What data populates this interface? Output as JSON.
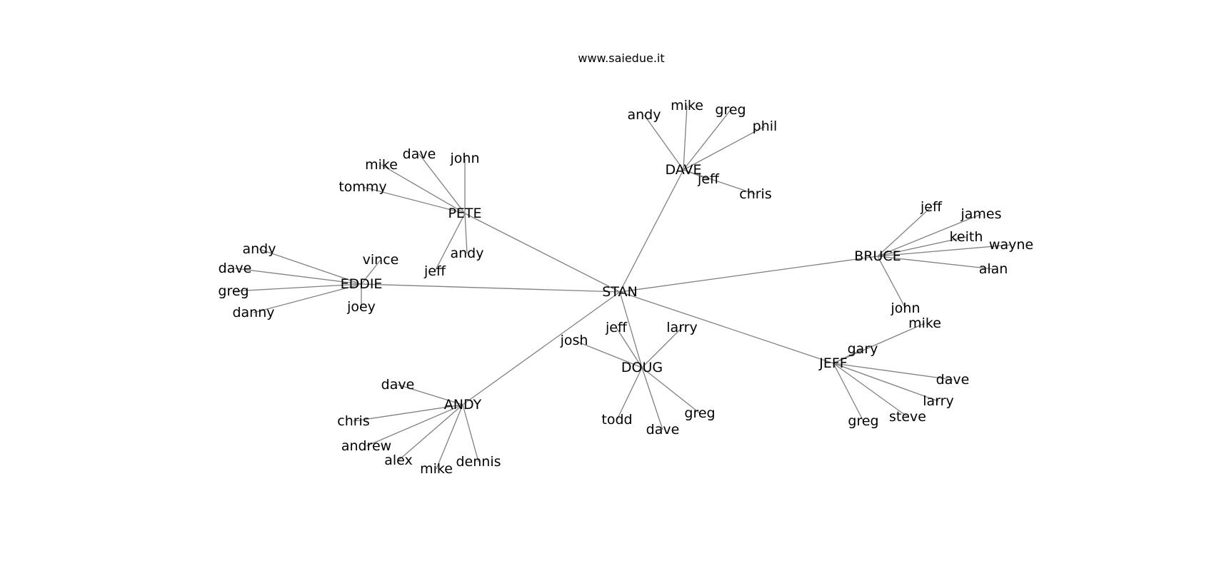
{
  "caption": "www.saiedue.it",
  "edge_color": "#808080",
  "text_color": "#000000",
  "nodes": [
    {
      "id": "stan",
      "label": "STAN"
    },
    {
      "id": "pete",
      "label": "PETE"
    },
    {
      "id": "dave_hub",
      "label": "DAVE"
    },
    {
      "id": "bruce",
      "label": "BRUCE"
    },
    {
      "id": "eddie",
      "label": "EDDIE"
    },
    {
      "id": "andy_hub",
      "label": "ANDY"
    },
    {
      "id": "doug",
      "label": "DOUG"
    },
    {
      "id": "jeff_hub",
      "label": "JEFF"
    },
    {
      "id": "pete_john",
      "label": "john"
    },
    {
      "id": "pete_dave",
      "label": "dave"
    },
    {
      "id": "pete_mike",
      "label": "mike"
    },
    {
      "id": "pete_tommy",
      "label": "tommy"
    },
    {
      "id": "pete_andy",
      "label": "andy"
    },
    {
      "id": "pete_jeff",
      "label": "jeff"
    },
    {
      "id": "dave_andy",
      "label": "andy"
    },
    {
      "id": "dave_mike",
      "label": "mike"
    },
    {
      "id": "dave_greg",
      "label": "greg"
    },
    {
      "id": "dave_phil",
      "label": "phil"
    },
    {
      "id": "dave_jeff",
      "label": "jeff"
    },
    {
      "id": "dave_chris",
      "label": "chris"
    },
    {
      "id": "bruce_jeff",
      "label": "jeff"
    },
    {
      "id": "bruce_james",
      "label": "james"
    },
    {
      "id": "bruce_keith",
      "label": "keith"
    },
    {
      "id": "bruce_wayne",
      "label": "wayne"
    },
    {
      "id": "bruce_alan",
      "label": "alan"
    },
    {
      "id": "bruce_john",
      "label": "john"
    },
    {
      "id": "eddie_andy",
      "label": "andy"
    },
    {
      "id": "eddie_dave",
      "label": "dave"
    },
    {
      "id": "eddie_greg",
      "label": "greg"
    },
    {
      "id": "eddie_danny",
      "label": "danny"
    },
    {
      "id": "eddie_vince",
      "label": "vince"
    },
    {
      "id": "eddie_joey",
      "label": "joey"
    },
    {
      "id": "andy_dave",
      "label": "dave"
    },
    {
      "id": "andy_chris",
      "label": "chris"
    },
    {
      "id": "andy_andrew",
      "label": "andrew"
    },
    {
      "id": "andy_alex",
      "label": "alex"
    },
    {
      "id": "andy_mike",
      "label": "mike"
    },
    {
      "id": "andy_dennis",
      "label": "dennis"
    },
    {
      "id": "doug_jeff",
      "label": "jeff"
    },
    {
      "id": "doug_larry",
      "label": "larry"
    },
    {
      "id": "doug_josh",
      "label": "josh"
    },
    {
      "id": "doug_todd",
      "label": "todd"
    },
    {
      "id": "doug_dave",
      "label": "dave"
    },
    {
      "id": "doug_greg",
      "label": "greg"
    },
    {
      "id": "jeff_mike",
      "label": "mike"
    },
    {
      "id": "jeff_gary",
      "label": "gary"
    },
    {
      "id": "jeff_dave",
      "label": "dave"
    },
    {
      "id": "jeff_larry",
      "label": "larry"
    },
    {
      "id": "jeff_steve",
      "label": "steve"
    },
    {
      "id": "jeff_greg",
      "label": "greg"
    }
  ],
  "edges": [
    [
      "stan",
      "pete"
    ],
    [
      "stan",
      "dave_hub"
    ],
    [
      "stan",
      "bruce"
    ],
    [
      "stan",
      "eddie"
    ],
    [
      "stan",
      "andy_hub"
    ],
    [
      "stan",
      "doug"
    ],
    [
      "stan",
      "jeff_hub"
    ],
    [
      "pete",
      "pete_john"
    ],
    [
      "pete",
      "pete_dave"
    ],
    [
      "pete",
      "pete_mike"
    ],
    [
      "pete",
      "pete_tommy"
    ],
    [
      "pete",
      "pete_andy"
    ],
    [
      "pete",
      "pete_jeff"
    ],
    [
      "dave_hub",
      "dave_andy"
    ],
    [
      "dave_hub",
      "dave_mike"
    ],
    [
      "dave_hub",
      "dave_greg"
    ],
    [
      "dave_hub",
      "dave_phil"
    ],
    [
      "dave_hub",
      "dave_jeff"
    ],
    [
      "dave_hub",
      "dave_chris"
    ],
    [
      "bruce",
      "bruce_jeff"
    ],
    [
      "bruce",
      "bruce_james"
    ],
    [
      "bruce",
      "bruce_keith"
    ],
    [
      "bruce",
      "bruce_wayne"
    ],
    [
      "bruce",
      "bruce_alan"
    ],
    [
      "bruce",
      "bruce_john"
    ],
    [
      "eddie",
      "eddie_andy"
    ],
    [
      "eddie",
      "eddie_dave"
    ],
    [
      "eddie",
      "eddie_greg"
    ],
    [
      "eddie",
      "eddie_danny"
    ],
    [
      "eddie",
      "eddie_vince"
    ],
    [
      "eddie",
      "eddie_joey"
    ],
    [
      "andy_hub",
      "andy_dave"
    ],
    [
      "andy_hub",
      "andy_chris"
    ],
    [
      "andy_hub",
      "andy_andrew"
    ],
    [
      "andy_hub",
      "andy_alex"
    ],
    [
      "andy_hub",
      "andy_mike"
    ],
    [
      "andy_hub",
      "andy_dennis"
    ],
    [
      "doug",
      "doug_jeff"
    ],
    [
      "doug",
      "doug_larry"
    ],
    [
      "doug",
      "doug_josh"
    ],
    [
      "doug",
      "doug_todd"
    ],
    [
      "doug",
      "doug_dave"
    ],
    [
      "doug",
      "doug_greg"
    ],
    [
      "jeff_hub",
      "jeff_mike"
    ],
    [
      "jeff_hub",
      "jeff_gary"
    ],
    [
      "jeff_hub",
      "jeff_dave"
    ],
    [
      "jeff_hub",
      "jeff_larry"
    ],
    [
      "jeff_hub",
      "jeff_steve"
    ],
    [
      "jeff_hub",
      "jeff_greg"
    ]
  ]
}
